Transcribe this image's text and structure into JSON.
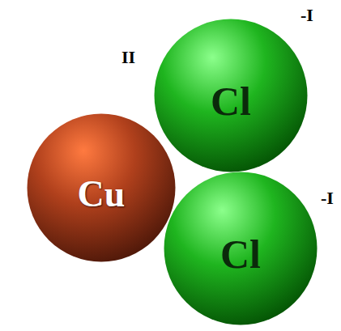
{
  "diagram": {
    "nodes": [
      {
        "text": [
          "Cu"
        ]
      },
      {
        "text": [
          "Cl"
        ]
      },
      {
        "text": [
          "Cl"
        ]
      }
    ],
    "labels": [
      "II",
      "-I",
      "-I"
    ]
  }
}
